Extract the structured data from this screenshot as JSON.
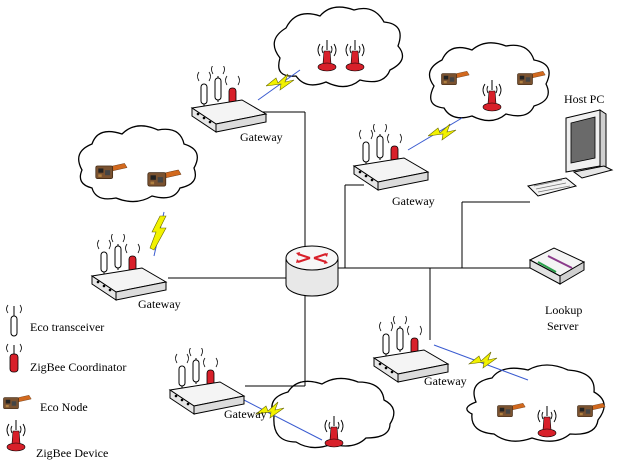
{
  "gateway_label": "Gateway",
  "host_pc_label": "Host PC",
  "lookup_server_label": [
    "Lookup",
    "Server"
  ],
  "legend": [
    {
      "key": "eco_transceiver",
      "label": "Eco transceiver"
    },
    {
      "key": "zigbee_coordinator",
      "label": "ZigBee Coordinator"
    },
    {
      "key": "eco_node",
      "label": "Eco Node"
    },
    {
      "key": "zigbee_device",
      "label": "ZigBee Device"
    }
  ],
  "colors": {
    "zigbee_red": "#d8202a",
    "eco_board": "#8b5a2b",
    "eco_flex": "#d2691e",
    "lightning": "#f2f200",
    "link_blue": "#3a5bd0",
    "line": "#000000"
  }
}
